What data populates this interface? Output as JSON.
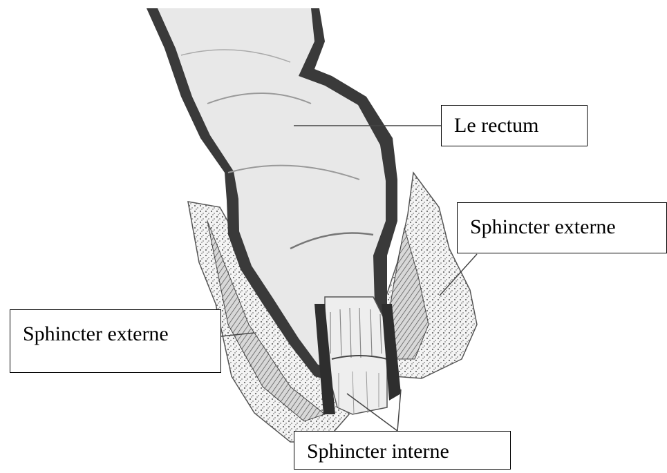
{
  "diagram": {
    "labels": {
      "rectum": "Le rectum",
      "external_sphincter_right": "Sphincter externe",
      "external_sphincter_left": "Sphincter externe",
      "internal_sphincter": "Sphincter interne"
    },
    "colors": {
      "rectum_fill": "#e8e8e8",
      "wall_dark": "#3a3a3a",
      "muscle_texture": "#6a6a6a",
      "label_border": "#000000",
      "background": "#ffffff"
    }
  }
}
